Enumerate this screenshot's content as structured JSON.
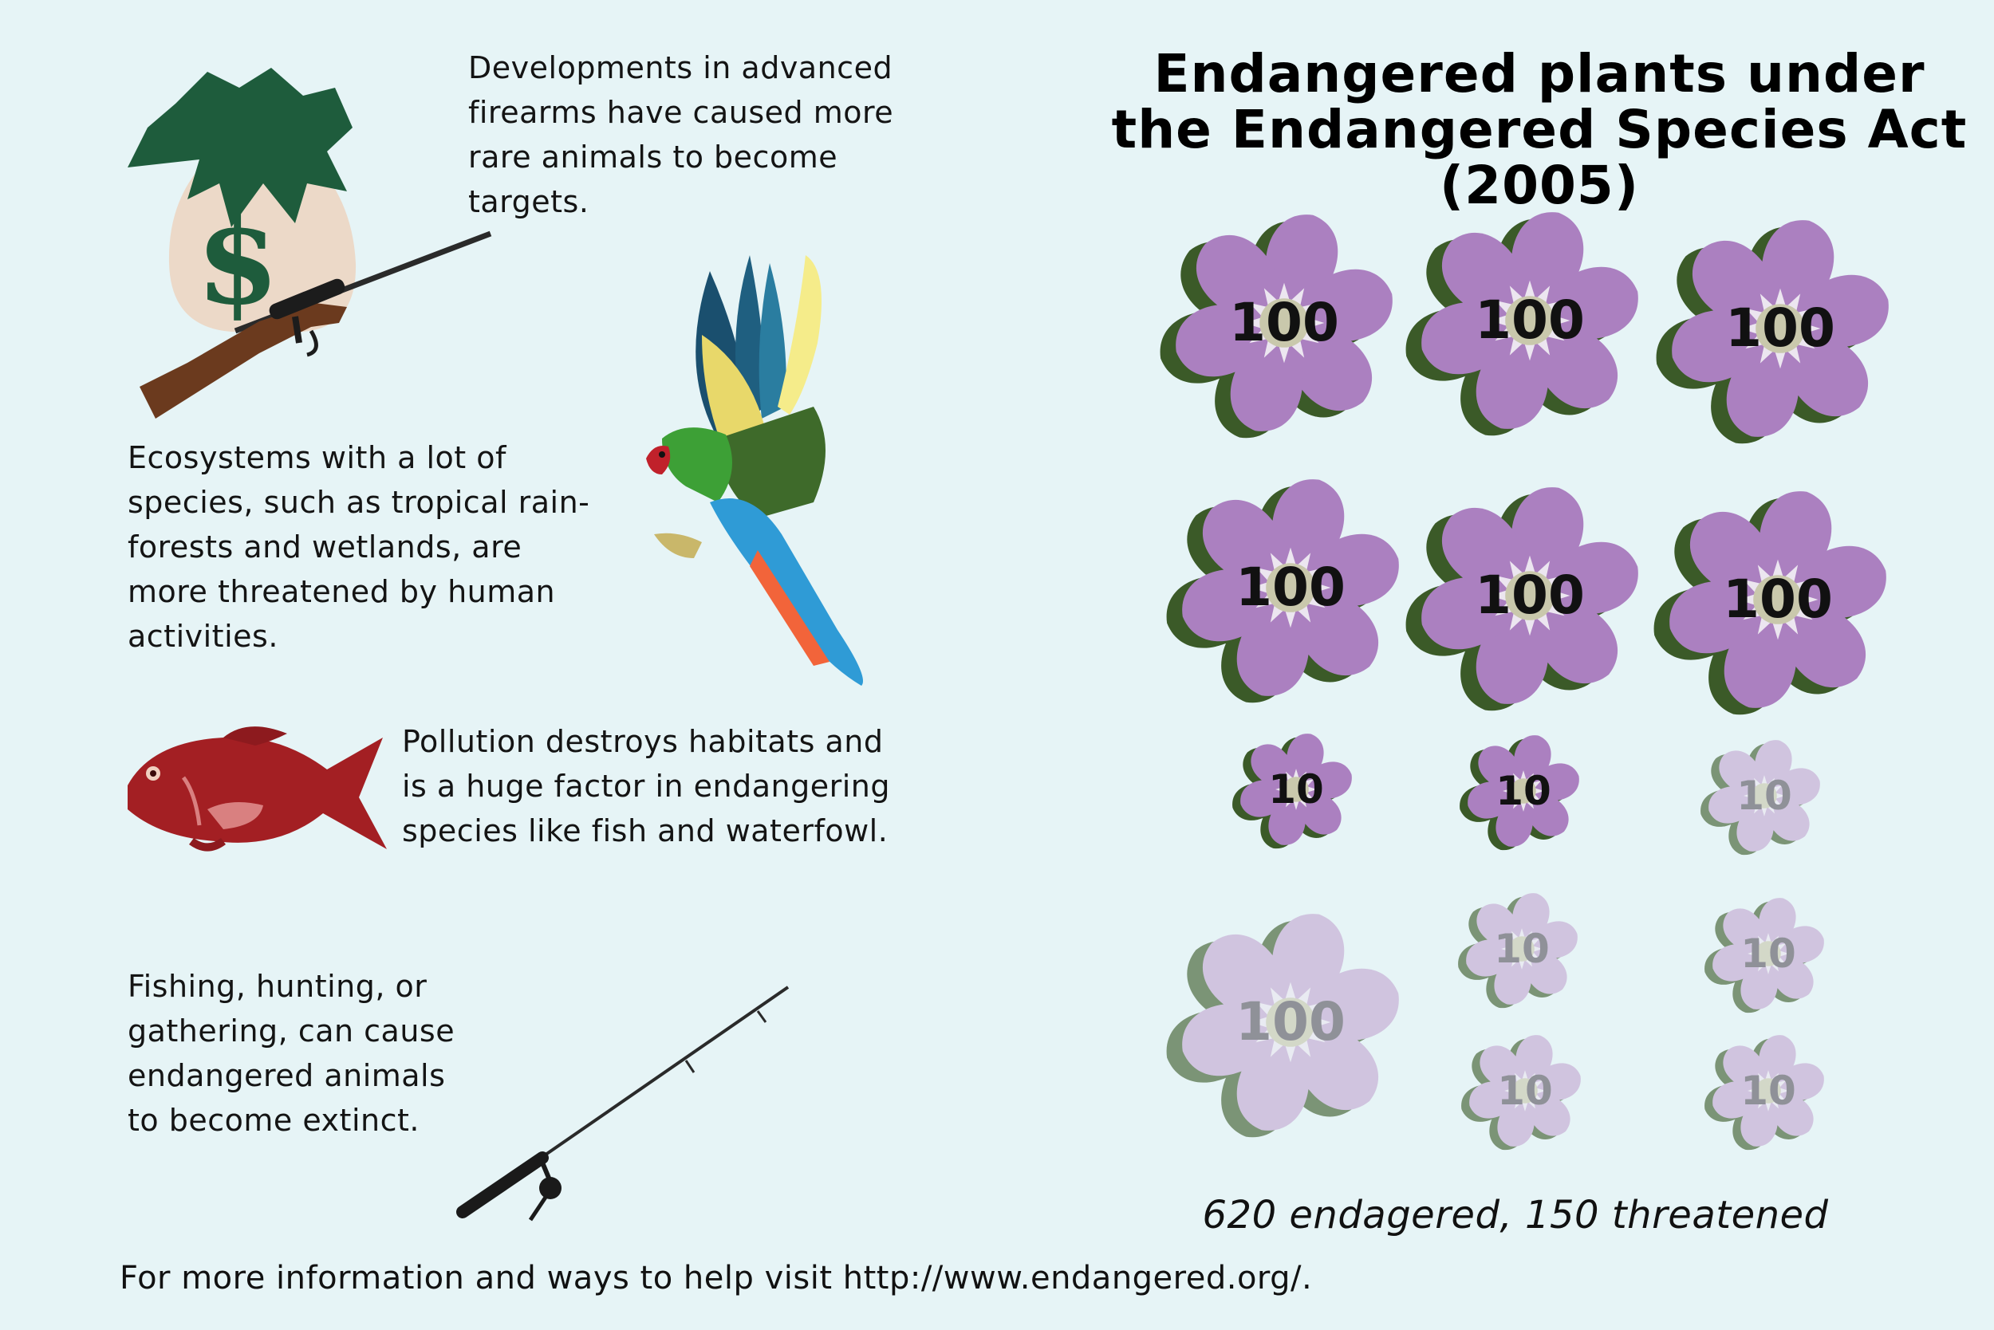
{
  "title": "Endangered plants under the Endangered Species Act (2005)",
  "captions": {
    "firearms": "Developments in advanced\nfirearms have caused more\nrare animals to become\ntargets.",
    "ecosystems": "Ecosystems with a lot of\nspecies, such as tropical rain-\nforests and wetlands, are\nmore threatened by human\nactivities.",
    "pollution": "Pollution destroys habitats and\nis a huge factor in endangering\nspecies like fish and waterfowl.",
    "fishing": "Fishing, hunting, or\ngathering, can cause\nendangered animals\nto become extinct."
  },
  "summary": "620 endagered, 150 threatened",
  "footer": "For more information and ways to help visit http://www.endangered.org/.",
  "colors": {
    "background": "#e6f4f6",
    "endangered_petal": "#ab80c0",
    "threatened_petal": "#c4a8d2",
    "leaf_shadow": "#3b5a28",
    "fish": "#a31f23",
    "money_bag": "#1e5c3c",
    "rifle_stock": "#6b3a1e"
  },
  "icons": [
    "money-bag-icon",
    "rifle-icon",
    "parrot-icon",
    "fish-icon",
    "fishing-rod-icon",
    "flower-icon"
  ],
  "chart_data": {
    "type": "pictogram",
    "title": "Endangered plants under the Endangered Species Act (2005)",
    "series": [
      {
        "name": "endagered",
        "total": 620,
        "icons": [
          {
            "value": "100",
            "size": "large"
          },
          {
            "value": "100",
            "size": "large"
          },
          {
            "value": "100",
            "size": "large"
          },
          {
            "value": "100",
            "size": "large"
          },
          {
            "value": "100",
            "size": "large"
          },
          {
            "value": "100",
            "size": "large"
          },
          {
            "value": "10",
            "size": "small"
          },
          {
            "value": "10",
            "size": "small"
          }
        ]
      },
      {
        "name": "threatened",
        "total": 150,
        "icons": [
          {
            "value": "10",
            "size": "small"
          },
          {
            "value": "100",
            "size": "large"
          },
          {
            "value": "10",
            "size": "small"
          },
          {
            "value": "10",
            "size": "small"
          },
          {
            "value": "10",
            "size": "small"
          },
          {
            "value": "10",
            "size": "small"
          }
        ]
      }
    ]
  }
}
